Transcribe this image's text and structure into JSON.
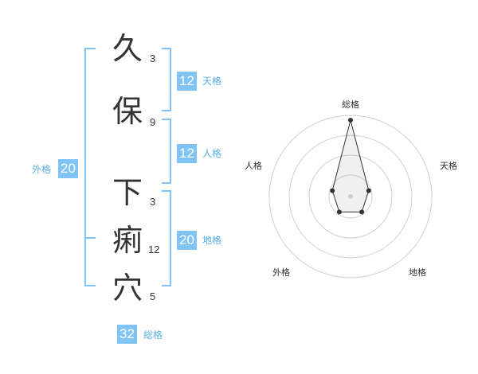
{
  "name_chars": [
    {
      "char": "久",
      "strokes": "3"
    },
    {
      "char": "保",
      "strokes": "9"
    },
    {
      "char": "下",
      "strokes": "3"
    },
    {
      "char": "痢",
      "strokes": "12"
    },
    {
      "char": "穴",
      "strokes": "5"
    }
  ],
  "fortunes": {
    "tenkaku": {
      "value": "12",
      "label": "天格"
    },
    "jinkaku": {
      "value": "12",
      "label": "人格"
    },
    "chikaku": {
      "value": "20",
      "label": "地格"
    },
    "gaikaku": {
      "value": "20",
      "label": "外格"
    },
    "soukaku": {
      "value": "32",
      "label": "総格"
    }
  },
  "radar": {
    "axis_labels": [
      "総格",
      "天格",
      "地格",
      "外格",
      "人格"
    ],
    "values": [
      4,
      1,
      1,
      1,
      1
    ],
    "max": 4
  },
  "colors": {
    "accent": "#7fc4f5",
    "label": "#5aaee8",
    "text": "#333333"
  }
}
